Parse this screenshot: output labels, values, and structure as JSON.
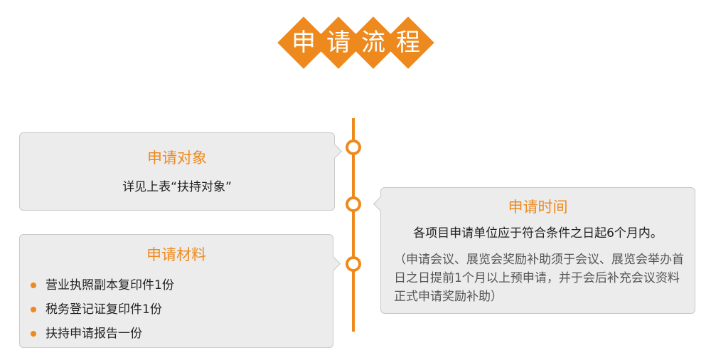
{
  "header": {
    "title_chars": [
      "申",
      "请",
      "流",
      "程"
    ],
    "accent_color": "#ee8a1d"
  },
  "cards": {
    "target": {
      "title": "申请对象",
      "text": "详见上表“扶持对象”"
    },
    "time": {
      "title": "申请时间",
      "text": "各项目申请单位应于符合条件之日起6个月内。",
      "note": "（申请会议、展览会奖励补助须于会议、展览会举办首日之日提前1个月以上预申请，并于会后补充会议资料正式申请奖励补助）"
    },
    "materials": {
      "title": "申请材料",
      "items": [
        "营业执照副本复印件1份",
        "税务登记证复印件1份",
        "扶持申请报告一份"
      ]
    }
  }
}
